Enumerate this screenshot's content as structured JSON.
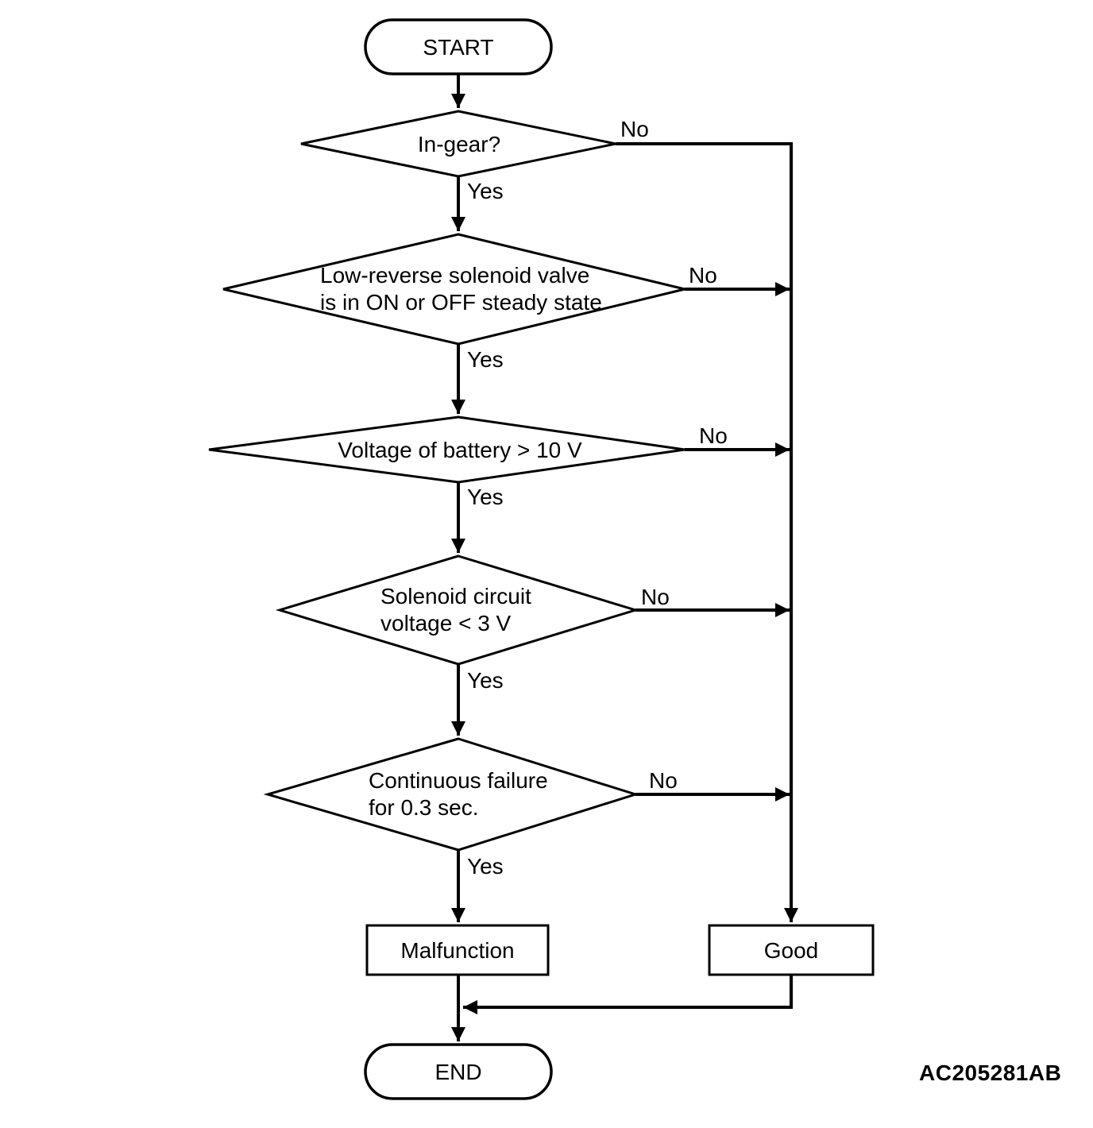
{
  "diagram": {
    "type": "flowchart",
    "colors": {
      "line": "#000000",
      "background": "#ffffff",
      "text": "#000000"
    },
    "nodes": {
      "start": "START",
      "in_gear": "In-gear?",
      "solenoid_state": "Low-reverse solenoid valve\nis in ON or OFF steady state",
      "battery_voltage": "Voltage of battery > 10 V",
      "circuit_voltage": "Solenoid circuit\nvoltage < 3 V",
      "continuous_failure": "Continuous failure\nfor 0.3 sec.",
      "malfunction": "Malfunction",
      "good": "Good",
      "end": "END"
    },
    "edge_labels": {
      "yes": "Yes",
      "no": "No"
    },
    "code": "AC205281AB"
  }
}
